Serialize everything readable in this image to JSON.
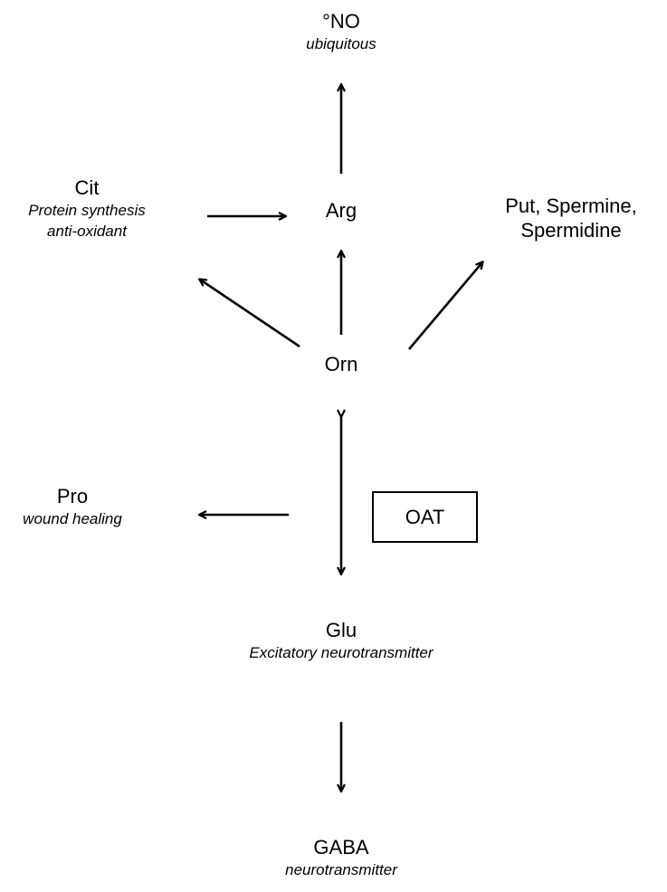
{
  "nodes": {
    "no": {
      "name": "°NO",
      "desc": "ubiquitous"
    },
    "cit": {
      "name": "Cit",
      "desc1": "Protein synthesis",
      "desc2": "anti-oxidant"
    },
    "arg": {
      "name": "Arg"
    },
    "polyamines": {
      "line1": "Put, Spermine,",
      "line2": "Spermidine"
    },
    "orn": {
      "name": "Orn"
    },
    "pro": {
      "name": "Pro",
      "desc": "wound healing"
    },
    "oat": {
      "name": "OAT"
    },
    "glu": {
      "name": "Glu",
      "desc": "Excitatory neurotransmitter"
    },
    "gaba": {
      "name": "GABA",
      "desc": "neurotransmitter"
    }
  }
}
